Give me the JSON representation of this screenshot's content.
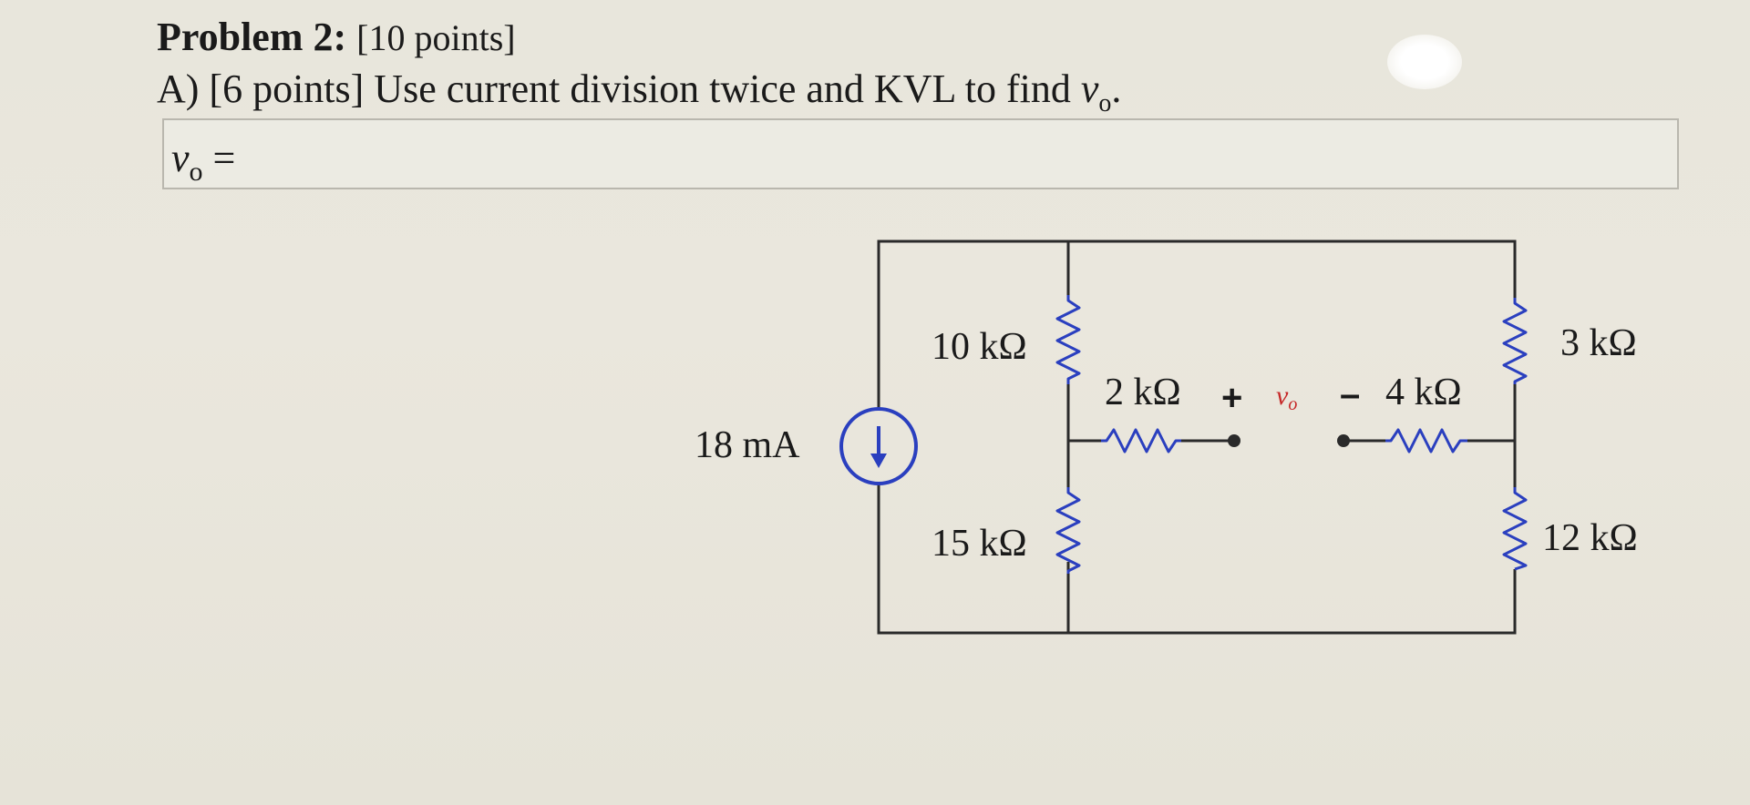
{
  "problem": {
    "title": "Problem 2:",
    "points": "[10 points]"
  },
  "question": {
    "prefix": "A) [6 points] Use current division twice and KVL to find ",
    "var_base": "v",
    "var_sub": "o",
    "suffix": "."
  },
  "answer": {
    "var_base": "v",
    "var_sub": "o",
    "equals": "=",
    "value": ""
  },
  "circuit": {
    "source_label": "18 mA",
    "r_10k": "10 kΩ",
    "r_15k": "15 kΩ",
    "r_2k": "2 kΩ",
    "r_4k": "4 kΩ",
    "r_3k": "3 kΩ",
    "r_12k": "12 kΩ",
    "plus": "+",
    "minus": "–",
    "vo_base": "v",
    "vo_sub": "o",
    "colors": {
      "wire": "#2a2a2a",
      "component": "#2a3fbf",
      "vo_label": "#c62828"
    }
  }
}
